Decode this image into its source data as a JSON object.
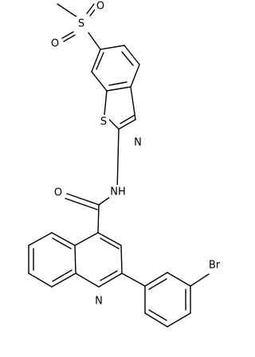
{
  "atom_labels": {
    "methylsulfonyl_s": "S",
    "sulfonyl_o_top": "O",
    "sulfonyl_o_left": "O",
    "thiazole_s": "S",
    "thiazole_n": "N",
    "amide_nh": "NH",
    "amide_o": "O",
    "quinoline_n": "N",
    "bromo": "Br"
  }
}
